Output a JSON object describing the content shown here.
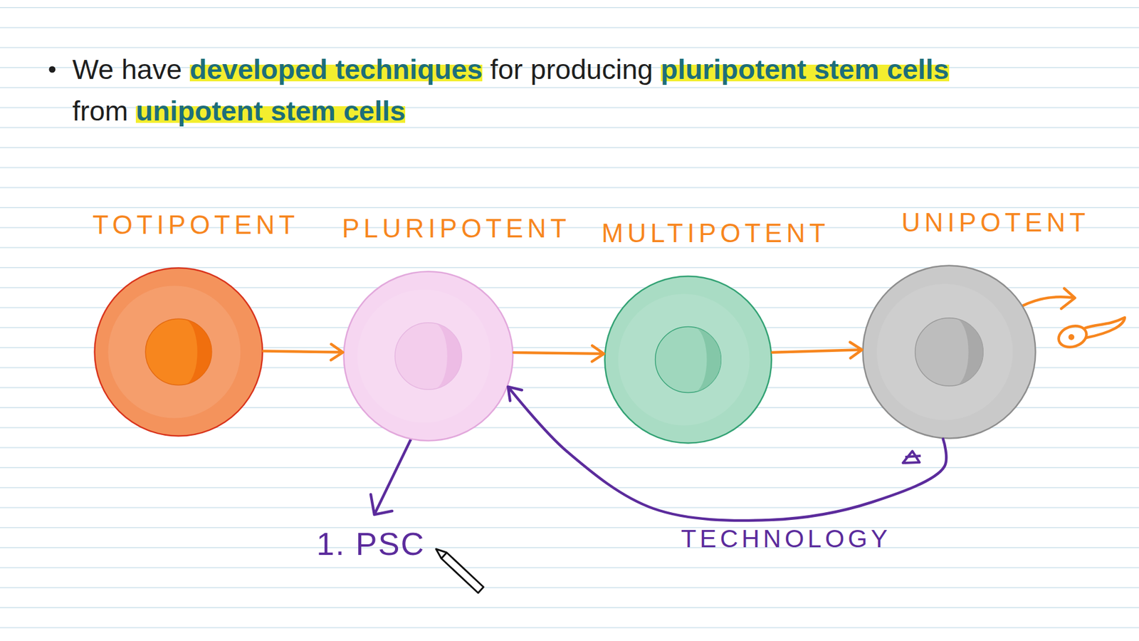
{
  "diagram": {
    "title": "We have developed techniques for producing pluripotent stem cells from unipotent stem cells",
    "nodes": [
      {
        "text": [
          "TOTIPOTENT"
        ]
      },
      {
        "text": [
          "PLURIPOTENT"
        ]
      },
      {
        "text": [
          "MULTIPOTENT"
        ]
      },
      {
        "text": [
          "UNIPOTENT"
        ]
      }
    ],
    "edges": [
      {
        "from": 0,
        "to": 1,
        "arrow": "to"
      },
      {
        "from": 1,
        "to": 2,
        "arrow": "to"
      },
      {
        "from": 2,
        "to": 3,
        "arrow": "to"
      },
      {
        "from": 3,
        "to": 1,
        "label": "TECHNOLOGY",
        "arrow": "to"
      }
    ],
    "labels": [
      "1. PSC"
    ]
  }
}
